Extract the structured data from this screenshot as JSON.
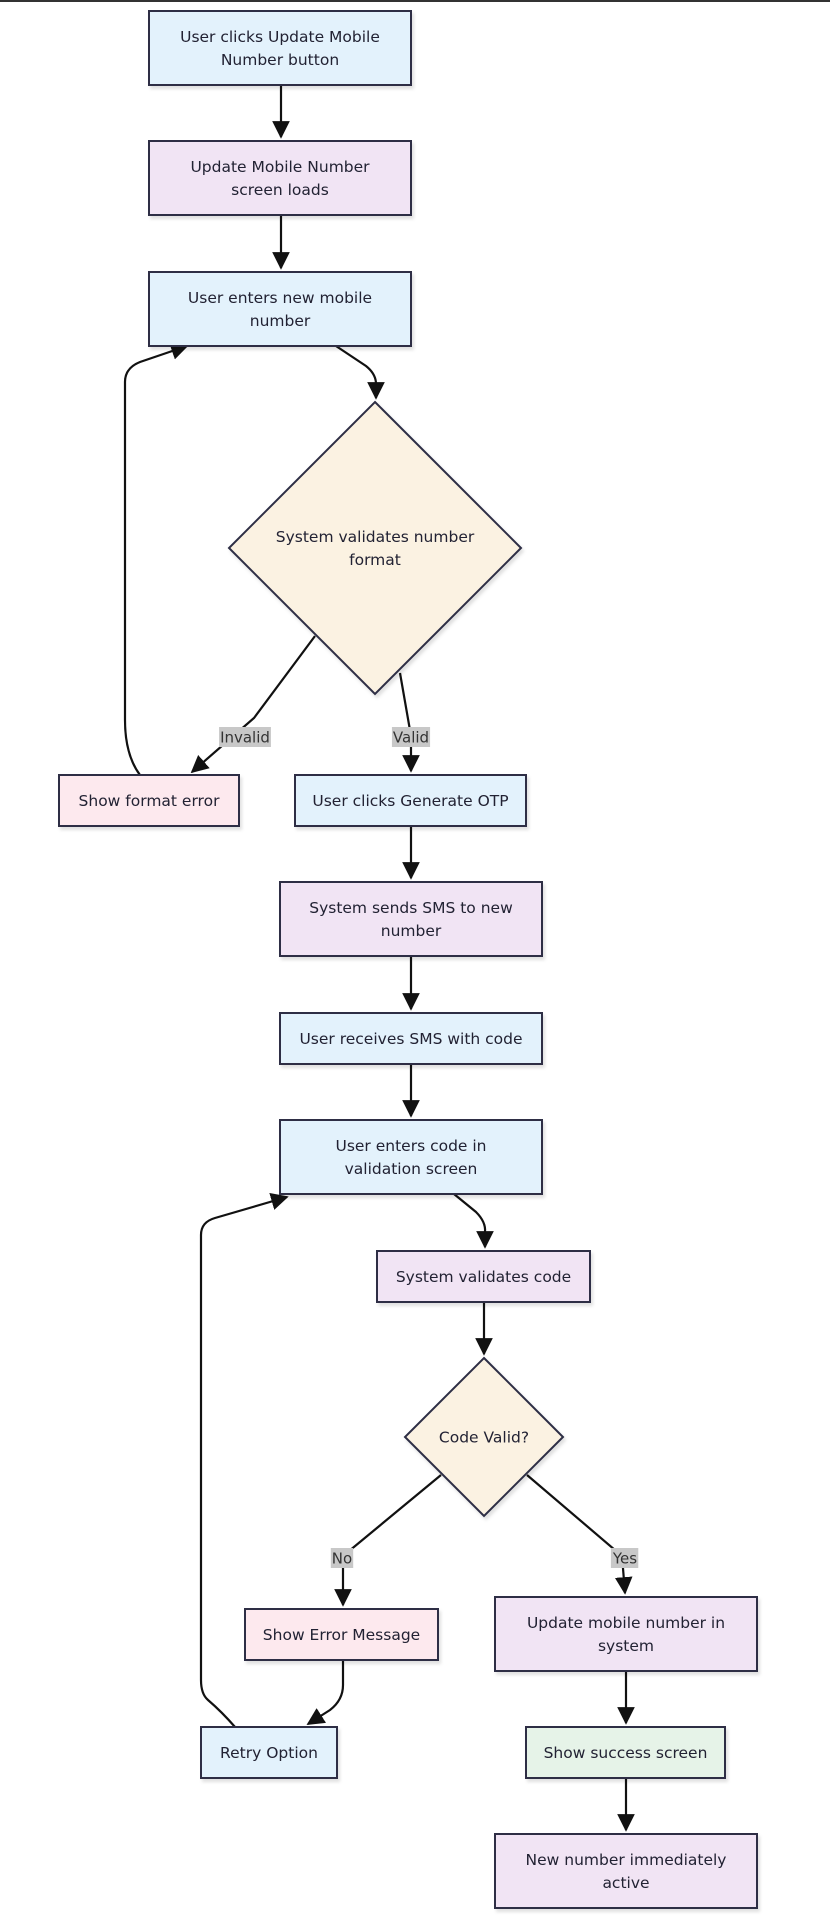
{
  "colors": {
    "blue": "#e3f2fc",
    "purple": "#f1e4f4",
    "cream": "#fbf2e2",
    "pink": "#fde9ee",
    "green": "#e6f3e8",
    "stroke": "#2d2f45",
    "label_bg": "#c8c8c8"
  },
  "nodes": {
    "n1": [
      "User clicks Update Mobile",
      "Number button"
    ],
    "n2": [
      "Update Mobile Number",
      "screen loads"
    ],
    "n3": [
      "User enters new mobile",
      "number"
    ],
    "n4": [
      "System validates number",
      "format"
    ],
    "n5": [
      "Show format error"
    ],
    "n6": [
      "User clicks Generate OTP"
    ],
    "n7": [
      "System sends SMS to new",
      "number"
    ],
    "n8": [
      "User receives SMS with code"
    ],
    "n9": [
      "User enters code in",
      "validation screen"
    ],
    "n10": [
      "System validates code"
    ],
    "n11": [
      "Code Valid?"
    ],
    "n12": [
      "Show Error Message"
    ],
    "n13": [
      "Update mobile number in",
      "system"
    ],
    "n14": [
      "Retry Option"
    ],
    "n15": [
      "Show success screen"
    ],
    "n16": [
      "New number immediately",
      "active"
    ]
  },
  "edge_labels": {
    "invalid": "Invalid",
    "valid": "Valid",
    "no": "No",
    "yes": "Yes"
  }
}
